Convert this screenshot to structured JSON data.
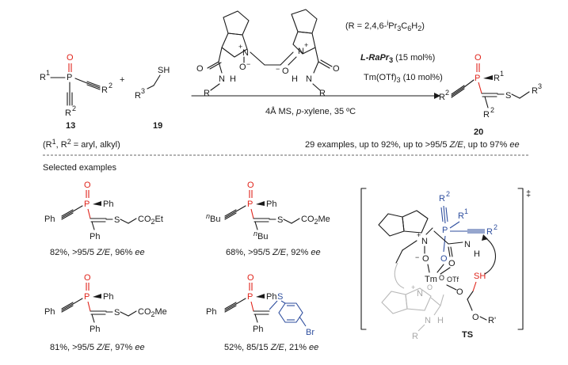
{
  "reagents": {
    "r_def": "(R = 2,4,6-",
    "r_def_i": "i",
    "r_def_tail": "Pr",
    "r_def_end": "C",
    "r_def_close": "H",
    "ligand": "L-RaPr",
    "ligand_sub": "3",
    "ligand_load": " (15 mol%)",
    "metal": "Tm(OTf)",
    "metal_sub": "3",
    "metal_load": " (10 mol%)",
    "conditions_a": "4Å MS, ",
    "conditions_b": "p",
    "conditions_c": "-xylene, 35 ºC"
  },
  "compounds": {
    "c13": "13",
    "c19": "19",
    "c20": "20",
    "scope_note": "(R",
    "scope_note_tail": " = aryl, alkyl)",
    "summary_a": "29 examples, up to 92%, up to >95/5 ",
    "summary_ze": "Z/E",
    "summary_b": ", up to 97% ",
    "summary_ee": "ee"
  },
  "selected_header": "Selected examples",
  "examples": [
    {
      "yield": "82%, >95/5 ",
      "ze": "Z/E",
      "ee_val": ", 96% ",
      "ee": "ee"
    },
    {
      "yield": "68%, >95/5 ",
      "ze": "Z/E",
      "ee_val": ", 92% ",
      "ee": "ee"
    },
    {
      "yield": "81%, >95/5 ",
      "ze": "Z/E",
      "ee_val": ", 97% ",
      "ee": "ee"
    },
    {
      "yield": "52%, 85/15 ",
      "ze": "Z/E",
      "ee_val": ", 21% ",
      "ee": "ee"
    }
  ],
  "ts_label": "TS",
  "ts_mark": "‡",
  "atoms": {
    "P": "P",
    "O": "O",
    "R1": "R",
    "R2": "R",
    "R3": "R",
    "SH": "SH",
    "S": "S",
    "Ph": "Ph",
    "N": "N",
    "H": "H",
    "Tm": "Tm",
    "OTf": "OTf",
    "Br": "Br",
    "CO2Et": "CO",
    "Et": "Et",
    "Me": "Me",
    "nBu": "Bu",
    "n": "n",
    "Rp": "R'",
    "plus": "+",
    "minus": "−",
    "one": "1",
    "two": "2",
    "three": "3",
    "six": "6",
    "two_s": "2"
  }
}
